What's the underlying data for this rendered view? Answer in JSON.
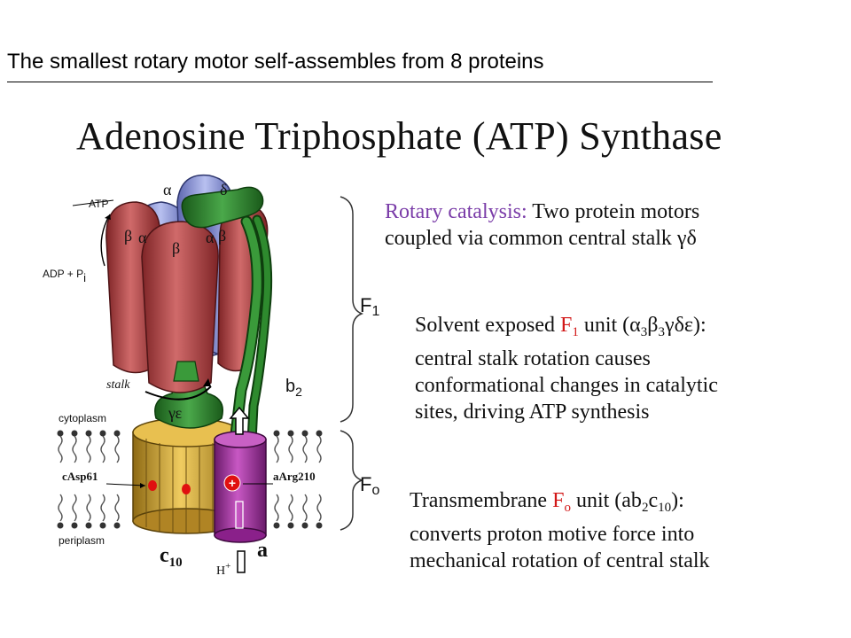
{
  "slide": {
    "title": "The smallest rotary motor self-assembles from 8 proteins",
    "heading": "Adenosine Triphosphate (ATP) Synthase"
  },
  "diagram_labels": {
    "alpha": "α",
    "beta": "β",
    "delta": "δ",
    "atp": "ATP",
    "adp": "ADP + P",
    "adp_sub": "i",
    "stalk": "stalk",
    "gamma_epsilon": "γε",
    "cytoplasm": "cytoplasm",
    "periplasm": "periplasm",
    "b2": "b",
    "b2_sub": "2",
    "f1": "F",
    "f1_sub": "1",
    "fo": "F",
    "fo_sub": "o",
    "asp": "cAsp61",
    "arg": "aArg210",
    "c10": "c",
    "c10_sub": "10",
    "a": "a",
    "hplus": "H",
    "hplus_sup": "+"
  },
  "descriptions": {
    "rotary": {
      "lead": "Rotary catalysis:",
      "rest1": " Two protein motors",
      "line2": "coupled via common central stalk γδ"
    },
    "f1": {
      "pre": "Solvent exposed ",
      "unit_letter": "F",
      "unit_sub": "1",
      "post": " unit (α",
      "s1": "3",
      "mid": "β",
      "s2": "3",
      "end": "γδε):",
      "line2": "central stalk rotation causes",
      "line3": "conformational changes in catalytic",
      "line4": "sites, driving ATP synthesis"
    },
    "fo": {
      "pre": "Transmembrane ",
      "unit_letter": "F",
      "unit_sub": "o",
      "post": " unit (ab",
      "s1": "2",
      "mid": "c",
      "s2": "10",
      "end": "):",
      "line2": "converts proton motive force into",
      "line3": "mechanical rotation of central stalk"
    }
  },
  "colors": {
    "beta_red": "#b8484a",
    "alpha_blue": "#8e98d8",
    "stalk_green": "#2e8a2e",
    "ring_gold": "#d8a830",
    "a_subunit": "#a0309c",
    "accent_purple": "#7a3ca8",
    "accent_red": "#d21818"
  }
}
